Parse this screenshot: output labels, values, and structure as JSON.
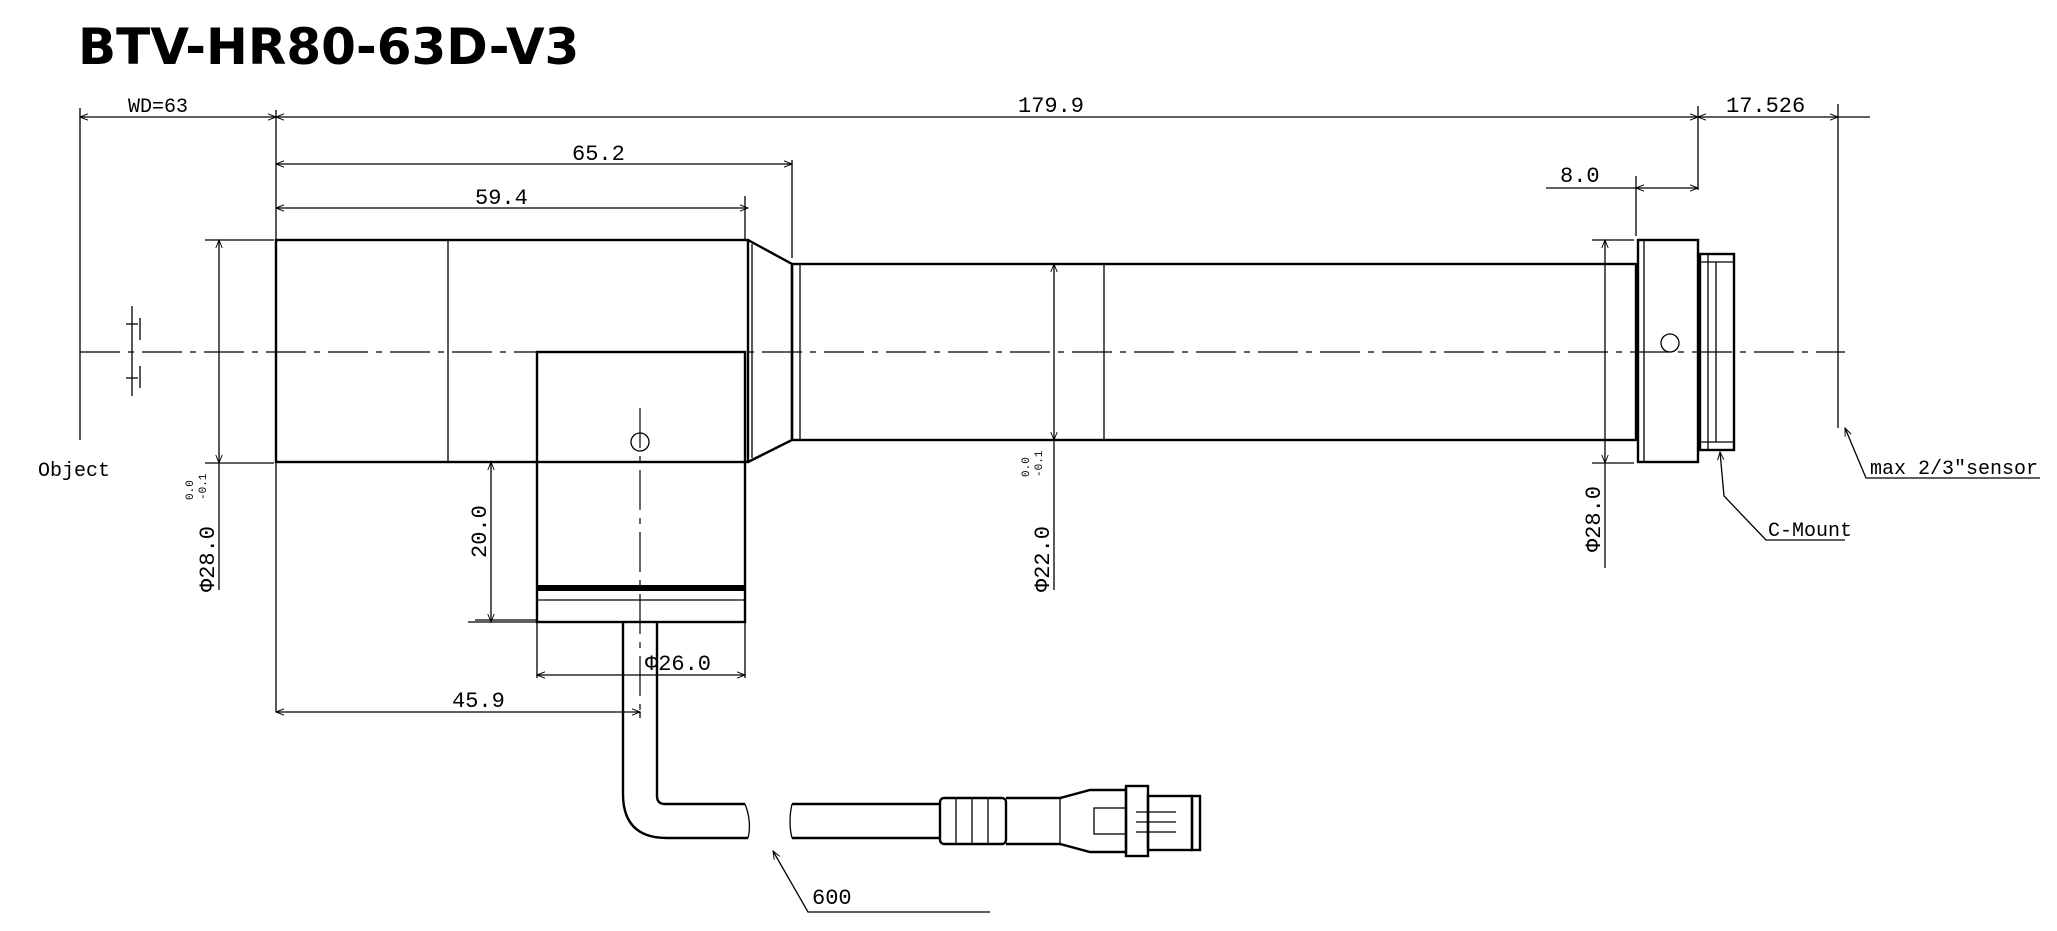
{
  "title": "BTV-HR80-63D-V3",
  "labels": {
    "object": "Object",
    "sensor": "max 2/3\"sensor",
    "c_mount": "C-Mount",
    "cable_length": "600"
  },
  "dimensions": {
    "wd": "WD=63",
    "total_length": "179.9",
    "sensor_distance": "17.526",
    "front_length": "65.2",
    "front_barrel_length": "59.4",
    "mount_length": "8.0",
    "front_diameter": "Φ28.0",
    "front_tol_upper": "0.0",
    "front_tol_lower": "-0.1",
    "tube_diameter": "Φ22.0",
    "tube_tol_upper": "0.0",
    "tube_tol_lower": "-0.1",
    "mount_diameter": "Φ28.0",
    "light_port_height": "20.0",
    "light_port_diameter": "Φ26.0",
    "light_port_position": "45.9"
  }
}
